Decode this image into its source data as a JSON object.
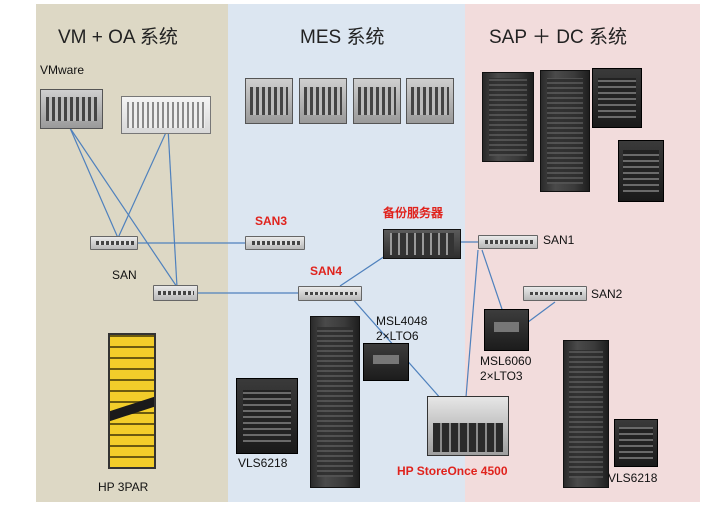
{
  "zones": {
    "vm_oa": "VM + OA 系统",
    "mes": "MES 系统",
    "sap_dc": "SAP ＋ DC 系统"
  },
  "labels": {
    "vmware": "VMware",
    "san": "SAN",
    "san1": "SAN1",
    "san2": "SAN2",
    "san3": "SAN3",
    "san4": "SAN4",
    "backup_server": "备份服务器",
    "msl4048_line1": "MSL4048",
    "msl4048_line2": "2×LTO6",
    "msl6060_line1": "MSL6060",
    "msl6060_line2": "2×LTO3",
    "vls6218_mes": "VLS6218",
    "vls6218_sap": "VLS6218",
    "hp_3par": "HP 3PAR",
    "storeonce": "HP StoreOnce 4500"
  },
  "colors": {
    "zone_vm": "#ddd8c5",
    "zone_mes": "#dce6f1",
    "zone_sap": "#f2dcdc",
    "link": "#4f81bd",
    "highlight_text": "#e0231d"
  },
  "icons": [
    "vmware-server-icon",
    "blade-enclosure-icon",
    "rack-server-icon",
    "fc-switch-icon",
    "tape-library-icon",
    "storage-rack-icon",
    "storeonce-appliance-icon",
    "3par-storage-icon"
  ]
}
